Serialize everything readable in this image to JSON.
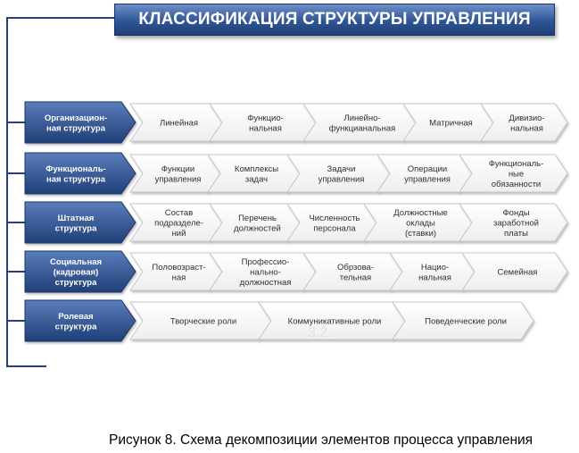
{
  "title": "КЛАССИФИКАЦИЯ СТРУКТУРЫ УПРАВЛЕНИЯ",
  "caption": "Рисунок 8. Схема декомпозиции элементов процесса управления",
  "watermark": "3.2.",
  "colors": {
    "header_fill_top": "#4f74b0",
    "header_fill_bottom": "#1f3f77",
    "item_fill": "#ffffff",
    "item_stroke": "#c6c6c6",
    "line": "#25407a"
  },
  "rows": [
    {
      "name": "Организационная структура",
      "header": [
        "Организацион-",
        "ная структура"
      ],
      "items": [
        [
          "Линейная"
        ],
        [
          "Функцио-",
          "нальная"
        ],
        [
          "Линейно-",
          "функцианальная"
        ],
        [
          "Матричная"
        ],
        [
          "Дивизио-",
          "нальная"
        ]
      ]
    },
    {
      "name": "Функциональная структура",
      "header": [
        "Функциональ-",
        "ная структура"
      ],
      "items": [
        [
          "Функции",
          "управления"
        ],
        [
          "Комплексы",
          "задач"
        ],
        [
          "Задачи",
          "управления"
        ],
        [
          "Операции",
          "управления"
        ],
        [
          "Функциональ-",
          "ные",
          "обязанности"
        ]
      ]
    },
    {
      "name": "Штатная структура",
      "header": [
        "Штатная",
        "структура"
      ],
      "items": [
        [
          "Состав",
          "подразделе-",
          "ний"
        ],
        [
          "Перечень",
          "должностей"
        ],
        [
          "Численность",
          "персонала"
        ],
        [
          "Должностные",
          "оклады",
          "(ставки)"
        ],
        [
          "Фонды",
          "заработной",
          "платы"
        ]
      ]
    },
    {
      "name": "Социальная (кадровая) структура",
      "header": [
        "Социальная",
        "(кадровая)",
        "структура"
      ],
      "items": [
        [
          "Половозраст-",
          "ная"
        ],
        [
          "Професcио-",
          "нально-",
          "должностная"
        ],
        [
          "Обрзова-",
          "тельная"
        ],
        [
          "Нацио-",
          "нальная"
        ],
        [
          "Семейная"
        ]
      ]
    },
    {
      "name": "Ролевая структура",
      "header": [
        "Ролевая",
        "структура"
      ],
      "items": [
        [
          "Творческие роли"
        ],
        [
          "Коммуникативные роли"
        ],
        [
          "Поведенческие роли"
        ]
      ]
    }
  ]
}
